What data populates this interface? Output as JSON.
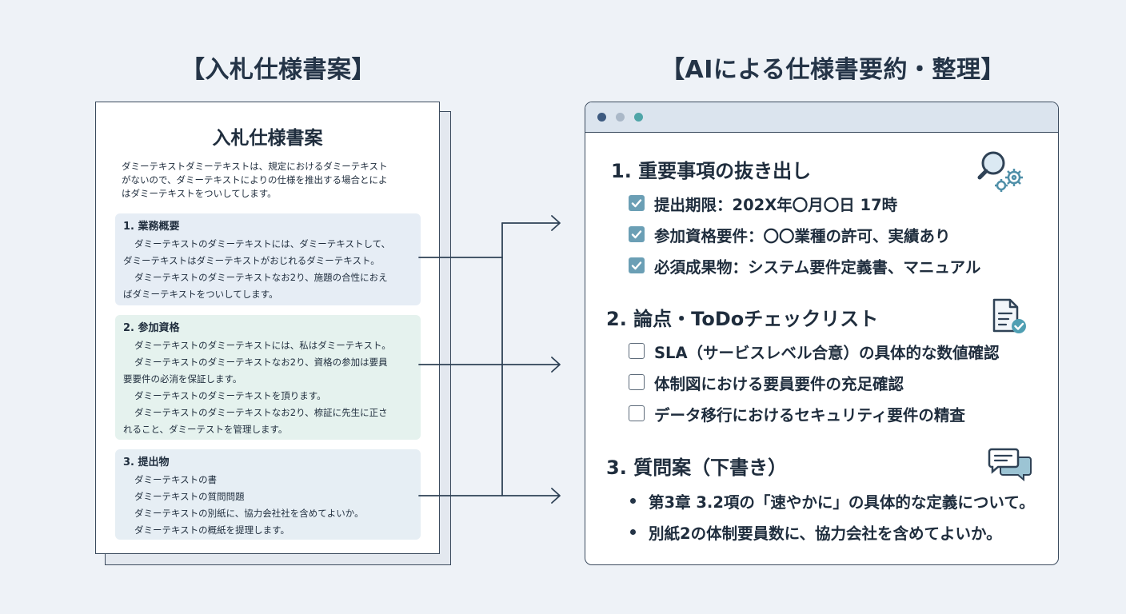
{
  "left_heading": "【入札仕様書案】",
  "right_heading": "【AIによる仕様書要約・整理】",
  "document": {
    "title": "入札仕様書案",
    "intro": [
      "ダミーテキストダミーテキストは、規定におけるダミーテキスト",
      "がないので、ダミーテキストによりの仕様を推出する場合とによ",
      "はダミーテキストをついしてします。"
    ],
    "sections": [
      {
        "title": "1. 業務概要",
        "lines": [
          "ダミーテキストのダミーテキストには、ダミーテキストして、",
          "ダミーテキストはダミーテキストがおじれるダミーテキスト。",
          "ダミーテキストのダミーテキストなお2り、施題の合性におえ",
          "ばダミーテキストをついしてします。"
        ]
      },
      {
        "title": "2. 参加資格",
        "lines": [
          "ダミーテキストのダミーテキストには、私はダミーテキスト。",
          "ダミーテキストのダミーテキストなお2り、資格の参加は要員",
          "要要件の必消を保証します。",
          "ダミーテキストのダミーテキストを頂ります。",
          "ダミーテキストのダミーテキストなお2り、㮈証に先生に正さ",
          "れること、ダミーテストを管理します。"
        ]
      },
      {
        "title": "3. 提出物",
        "lines": [
          "ダミーテキストの書",
          "ダミーテキストの質問問題",
          "ダミーテキストの別紙に、協力会社社を含めてよいか。",
          "ダミーテキストの概紙を提理します。"
        ]
      }
    ]
  },
  "panel": {
    "window_dot_colors": [
      "#3d5a80",
      "#aab8c8",
      "#4fa5a8"
    ],
    "sections": [
      {
        "title": "1. 重要事項の抜き出し",
        "icon": "search-gears-icon",
        "items": [
          {
            "text": "提出期限：202X年〇月〇日 17時",
            "checked": true
          },
          {
            "text": "参加資格要件：〇〇業種の許可、実績あり",
            "checked": true
          },
          {
            "text": "必須成果物：システム要件定義書、マニュアル",
            "checked": true
          }
        ]
      },
      {
        "title": "2. 論点・ToDoチェックリスト",
        "icon": "document-check-icon",
        "items": [
          {
            "text": "SLA（サービスレベル合意）の具体的な数値確認",
            "checked": false
          },
          {
            "text": "体制図における要員要件の充足確認",
            "checked": false
          },
          {
            "text": "データ移行におけるセキュリティ要件の精査",
            "checked": false
          }
        ]
      },
      {
        "title": "3. 質問案（下書き）",
        "icon": "chat-bubbles-icon",
        "items": [
          {
            "text": "第3章 3.2項の「速やかに」の具体的な定義について。"
          },
          {
            "text": "別紙2の体制要員数に、協力会社を含めてよいか。"
          }
        ]
      }
    ]
  },
  "colors": {
    "accent_check": "#6b9fb5",
    "line": "#3b4b5e",
    "background": "#eef2f7"
  }
}
